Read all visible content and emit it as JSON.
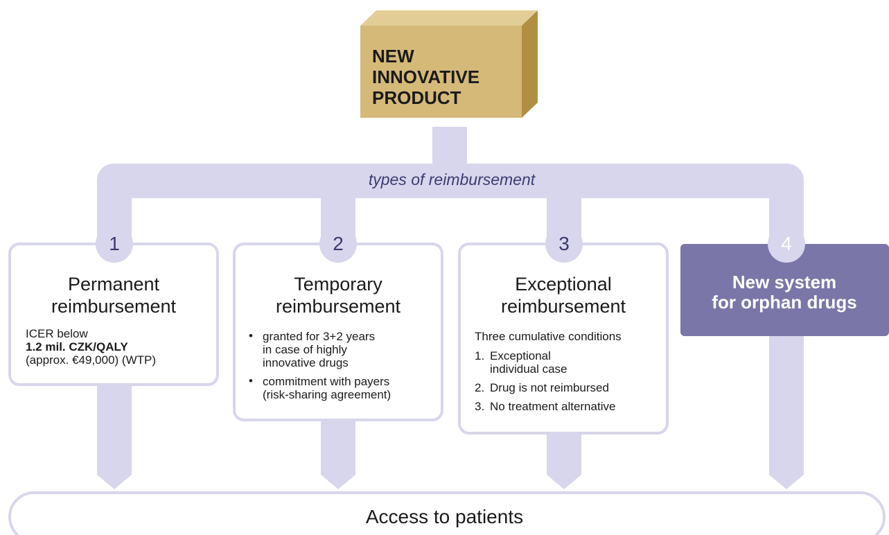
{
  "product": {
    "label": "NEW\nINNOVATIVE\nPRODUCT"
  },
  "types_label": "types of reimbursement",
  "boxes": [
    {
      "number": "1",
      "title": "Permanent\nreimbursement",
      "icer_line1": "ICER below",
      "icer_bold": "1.2 mil. CZK/QALY",
      "icer_line3": "(approx. €49,000) (WTP)"
    },
    {
      "number": "2",
      "title": "Temporary\nreimbursement",
      "bullets": [
        "granted for 3+2 years\nin case of highly\ninnovative drugs",
        "commitment with payers\n(risk-sharing agreement)"
      ]
    },
    {
      "number": "3",
      "title": "Exceptional\nreimbursement",
      "intro": "Three cumulative conditions",
      "conditions": [
        {
          "idx": "1.",
          "text": "Exceptional\nindividual case"
        },
        {
          "idx": "2.",
          "text": "Drug is not reimbursed"
        },
        {
          "idx": "3.",
          "text": "No treatment alternative"
        }
      ]
    },
    {
      "number": "4",
      "title": "New system\nfor orphan drugs"
    }
  ],
  "access_label": "Access to patients",
  "colors": {
    "connector": "#d7d6ec",
    "box_border": "#d7d6ec",
    "highlight_box": "#7a76a8",
    "cube_front": "#d5b979",
    "cube_top": "#e3cd96",
    "cube_side": "#b08f43"
  }
}
